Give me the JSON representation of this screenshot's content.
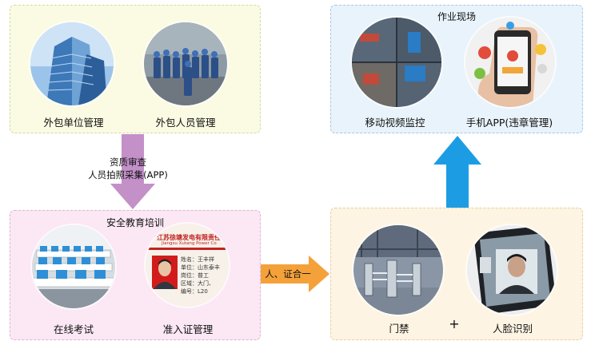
{
  "outsource_unit": {
    "label": "外包单位管理"
  },
  "outsource_staff": {
    "label": "外包人员管理"
  },
  "qualification": {
    "line1": "资质审查",
    "line2": "人员拍照采集(APP)"
  },
  "safety_training": {
    "title": "安全教育培训"
  },
  "online_exam": {
    "label": "在线考试"
  },
  "permit": {
    "label": "准入证管理",
    "company": "江苏徐塘发电有限责任",
    "company_en": "Jiangsu Xutang Power Co",
    "fields": [
      "姓名：王丰祥",
      "单位：山东泰丰",
      "岗位：普工",
      "区域：大门、",
      "编号：L20"
    ]
  },
  "arrow_right": {
    "label": "人、证合一"
  },
  "gate": {
    "label": "门禁"
  },
  "plus": {
    "label": "+"
  },
  "face": {
    "label": "人脸识别"
  },
  "worksite": {
    "title": "作业现场"
  },
  "video": {
    "label": "移动视频监控"
  },
  "app": {
    "label": "手机APP(违章管理)"
  },
  "colors": {
    "down_arrow": "#c390c8",
    "right_arrow": "#f4a13a",
    "up_arrow": "#1c9de3"
  }
}
